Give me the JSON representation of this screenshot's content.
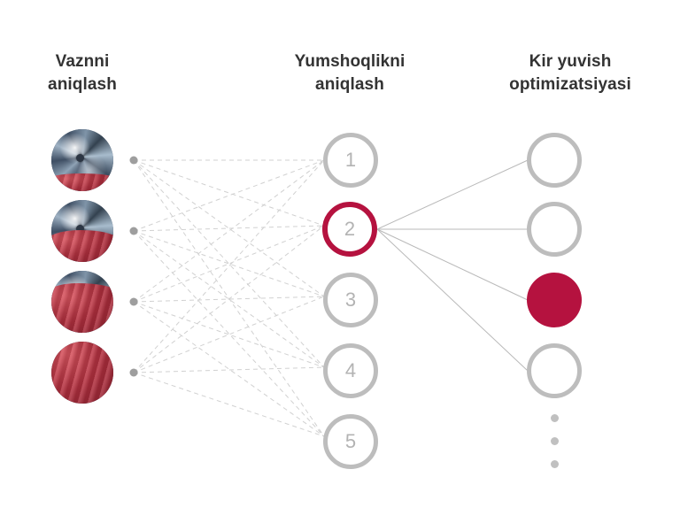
{
  "diagram": {
    "type": "neural-network",
    "background_color": "#ffffff",
    "accent_color": "#b5123f",
    "neutral_color": "#bdbdbd",
    "columns": [
      {
        "key": "input",
        "title": "Vaznni\naniqlash"
      },
      {
        "key": "hidden",
        "title": "Yumshoqlikni\naniqlash"
      },
      {
        "key": "output",
        "title": "Kir yuvish\noptimizatsiyasi"
      }
    ],
    "input_layer": {
      "count": 4,
      "items": [
        {
          "label": "",
          "icon": "washing-drum-photo",
          "fill_level": "low"
        },
        {
          "label": "",
          "icon": "washing-drum-photo",
          "fill_level": "medium"
        },
        {
          "label": "",
          "icon": "washing-drum-photo",
          "fill_level": "high"
        },
        {
          "label": "",
          "icon": "red-fabric-photo",
          "fill_level": "full"
        }
      ]
    },
    "hidden_layer": {
      "count": 5,
      "nodes": [
        {
          "label": "1",
          "state": "inactive"
        },
        {
          "label": "2",
          "state": "active"
        },
        {
          "label": "3",
          "state": "inactive"
        },
        {
          "label": "4",
          "state": "inactive"
        },
        {
          "label": "5",
          "state": "inactive"
        }
      ]
    },
    "output_layer": {
      "count": 4,
      "nodes": [
        {
          "label": "",
          "state": "inactive"
        },
        {
          "label": "",
          "state": "inactive"
        },
        {
          "label": "",
          "state": "selected"
        },
        {
          "label": "",
          "state": "inactive"
        }
      ],
      "ellipsis_dots": 3
    },
    "edges": {
      "input_to_hidden_style": "dashed",
      "hidden_to_output_style": "solid",
      "active_source_node": "2"
    }
  }
}
